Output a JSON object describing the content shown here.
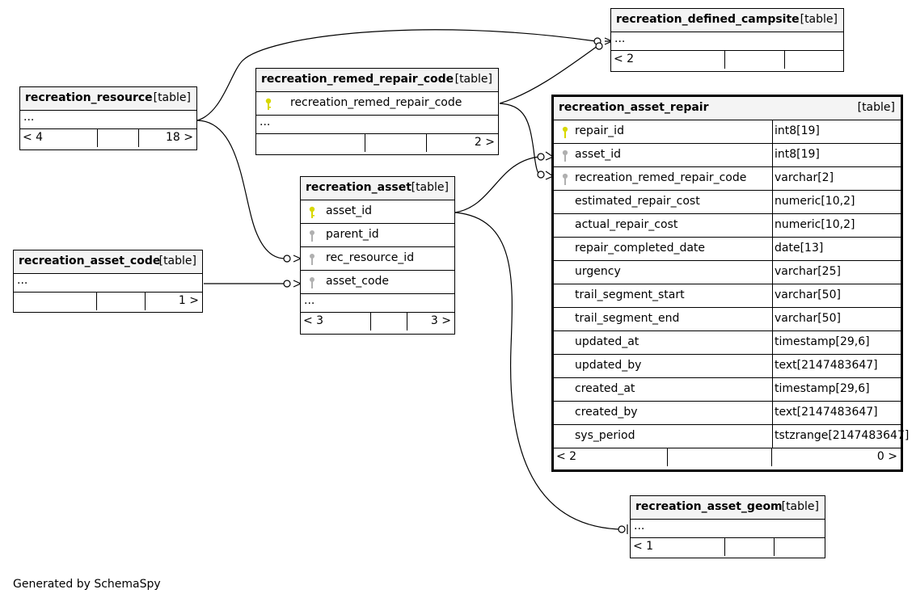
{
  "footer_text": "Generated by SchemaSpy",
  "colors": {
    "primary_key": "#d8d800",
    "foreign_key": "#b0b0b0",
    "header_bg": "#f4f4f4"
  },
  "tables": {
    "defined_campsite": {
      "name": "recreation_defined_campsite",
      "kind": "[table]",
      "more": "...",
      "parents": "< 2",
      "children": ""
    },
    "resource": {
      "name": "recreation_resource",
      "kind": "[table]",
      "more": "...",
      "parents": "< 4",
      "children": "18 >"
    },
    "remed_repair_code": {
      "name": "recreation_remed_repair_code",
      "kind": "[table]",
      "pk_column": "recreation_remed_repair_code",
      "more": "...",
      "parents": "",
      "children": "2 >"
    },
    "asset": {
      "name": "recreation_asset",
      "kind": "[table]",
      "columns": [
        "asset_id",
        "parent_id",
        "rec_resource_id",
        "asset_code"
      ],
      "more": "...",
      "parents": "< 3",
      "children": "3 >"
    },
    "asset_code": {
      "name": "recreation_asset_code",
      "kind": "[table]",
      "more": "...",
      "parents": "",
      "children": "1 >"
    },
    "asset_repair": {
      "name": "recreation_asset_repair",
      "kind": "[table]",
      "columns": [
        {
          "name": "repair_id",
          "type": "int8[19]",
          "key": "pk"
        },
        {
          "name": "asset_id",
          "type": "int8[19]",
          "key": "fk"
        },
        {
          "name": "recreation_remed_repair_code",
          "type": "varchar[2]",
          "key": "fk"
        },
        {
          "name": "estimated_repair_cost",
          "type": "numeric[10,2]"
        },
        {
          "name": "actual_repair_cost",
          "type": "numeric[10,2]"
        },
        {
          "name": "repair_completed_date",
          "type": "date[13]"
        },
        {
          "name": "urgency",
          "type": "varchar[25]"
        },
        {
          "name": "trail_segment_start",
          "type": "varchar[50]"
        },
        {
          "name": "trail_segment_end",
          "type": "varchar[50]"
        },
        {
          "name": "updated_at",
          "type": "timestamp[29,6]"
        },
        {
          "name": "updated_by",
          "type": "text[2147483647]"
        },
        {
          "name": "created_at",
          "type": "timestamp[29,6]"
        },
        {
          "name": "created_by",
          "type": "text[2147483647]"
        },
        {
          "name": "sys_period",
          "type": "tstzrange[2147483647]"
        }
      ],
      "parents": "< 2",
      "children": "0 >"
    },
    "asset_geom": {
      "name": "recreation_asset_geom",
      "kind": "[table]",
      "more": "...",
      "parents": "< 1",
      "children": ""
    }
  }
}
